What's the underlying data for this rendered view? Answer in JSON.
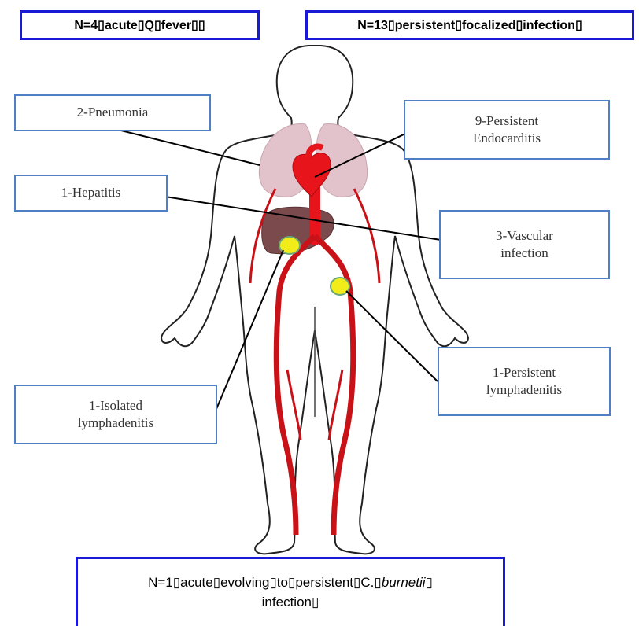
{
  "header": {
    "acute_label": "N=4▯acute▯Q▯fever▯▯",
    "persistent_label": "N=13▯persistent▯focalized▯infection▯"
  },
  "organs": {
    "pneumonia": "2-Pneumonia",
    "hepatitis": "1-Hepatitis",
    "isolated_line1": "1-Isolated",
    "isolated_line2": "lymphadenitis",
    "endocarditis_line1": "9-Persistent",
    "endocarditis_line2": "Endocarditis",
    "vascular_line1": "3-Vascular",
    "vascular_line2": "infection",
    "persistent_lymph_line1": "1-Persistent",
    "persistent_lymph_line2": "lymphadenitis"
  },
  "footer": {
    "line1_prefix": "N=1▯acute▯evolving▯to▯persistent▯C.▯",
    "line1_italic": "burnetii",
    "line1_suffix": "▯",
    "line2": "infection▯"
  },
  "colors": {
    "header_border": "#1a1ad6",
    "organ_border": "#4f7fc4",
    "heart": "#e8141b",
    "lungs": "#e3c3cb",
    "liver": "#7b4a4d",
    "lymph_node": "#f2ec1a"
  }
}
